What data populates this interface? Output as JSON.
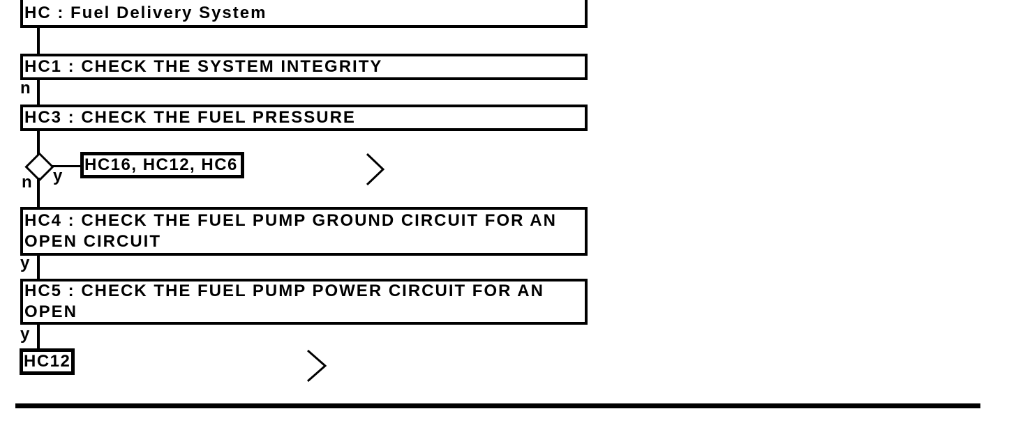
{
  "flowchart": {
    "nodes": {
      "hc": "HC : Fuel Delivery System",
      "hc1": "HC1 : CHECK THE SYSTEM INTEGRITY",
      "hc3": "HC3 : CHECK THE FUEL PRESSURE",
      "hc16_group": "HC16, HC12, HC6",
      "hc4": "HC4 : CHECK THE FUEL PUMP GROUND CIRCUIT FOR AN OPEN CIRCUIT",
      "hc5": "HC5 : CHECK THE FUEL PUMP POWER CIRCUIT FOR AN OPEN",
      "hc12": "HC12"
    },
    "branch_labels": {
      "no": "n",
      "yes": "y"
    },
    "colors": {
      "ink": "#000000",
      "background": "#ffffff"
    }
  }
}
